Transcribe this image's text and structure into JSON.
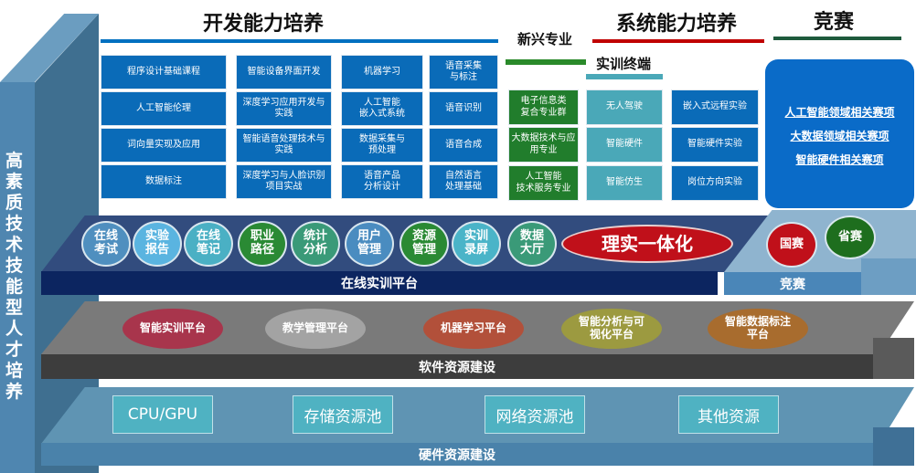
{
  "pillar": "高素质技术技能型人才培养",
  "headers": {
    "dev": "开发能力培养",
    "emerging": "新兴专业",
    "system": "系统能力培养",
    "competition": "竞赛",
    "terminal": "实训终端"
  },
  "dev_courses": [
    [
      "程序设计基础课程",
      "智能设备界面开发",
      "机器学习",
      "语音采集\n与标注"
    ],
    [
      "人工智能伦理",
      "深度学习应用开发与\n实践",
      "人工智能\n嵌入式系统",
      "语音识别"
    ],
    [
      "词向量实现及应用",
      "智能语音处理技术与\n实践",
      "数据采集与\n预处理",
      "语音合成"
    ],
    [
      "数据标注",
      "深度学习与人脸识别\n项目实战",
      "语音产品\n分析设计",
      "自然语言\n处理基础"
    ]
  ],
  "majors": [
    "电子信息类\n复合专业群",
    "大数据技术与应\n用专业",
    "人工智能\n技术服务专业"
  ],
  "terminals": [
    "无人驾驶",
    "智能硬件",
    "智能仿生"
  ],
  "experiments": [
    "嵌入式远程实验",
    "智能硬件实验",
    "岗位方向实验"
  ],
  "competitions": [
    "人工智能领域相关赛项",
    "大数据领域相关赛项",
    "智能硬件相关赛项"
  ],
  "platform": {
    "modules": [
      "在线\n考试",
      "实验\n报告",
      "在线\n笔记",
      "职业\n路径",
      "统计\n分析",
      "用户\n管理",
      "资源\n管理",
      "实训\n录屏",
      "数据\n大厅"
    ],
    "highlight": "理实一体化",
    "label": "在线实训平台"
  },
  "contest": {
    "national": "国赛",
    "provincial": "省赛",
    "label": "竞赛"
  },
  "software": {
    "items": [
      "智能实训平台",
      "教学管理平台",
      "机器学习平台",
      "智能分析与可\n视化平台",
      "智能数据标注\n平台"
    ],
    "label": "软件资源建设"
  },
  "hardware": {
    "items": [
      "CPU/GPU",
      "存储资源池",
      "网络资源池",
      "其他资源"
    ],
    "label": "硬件资源建设"
  }
}
